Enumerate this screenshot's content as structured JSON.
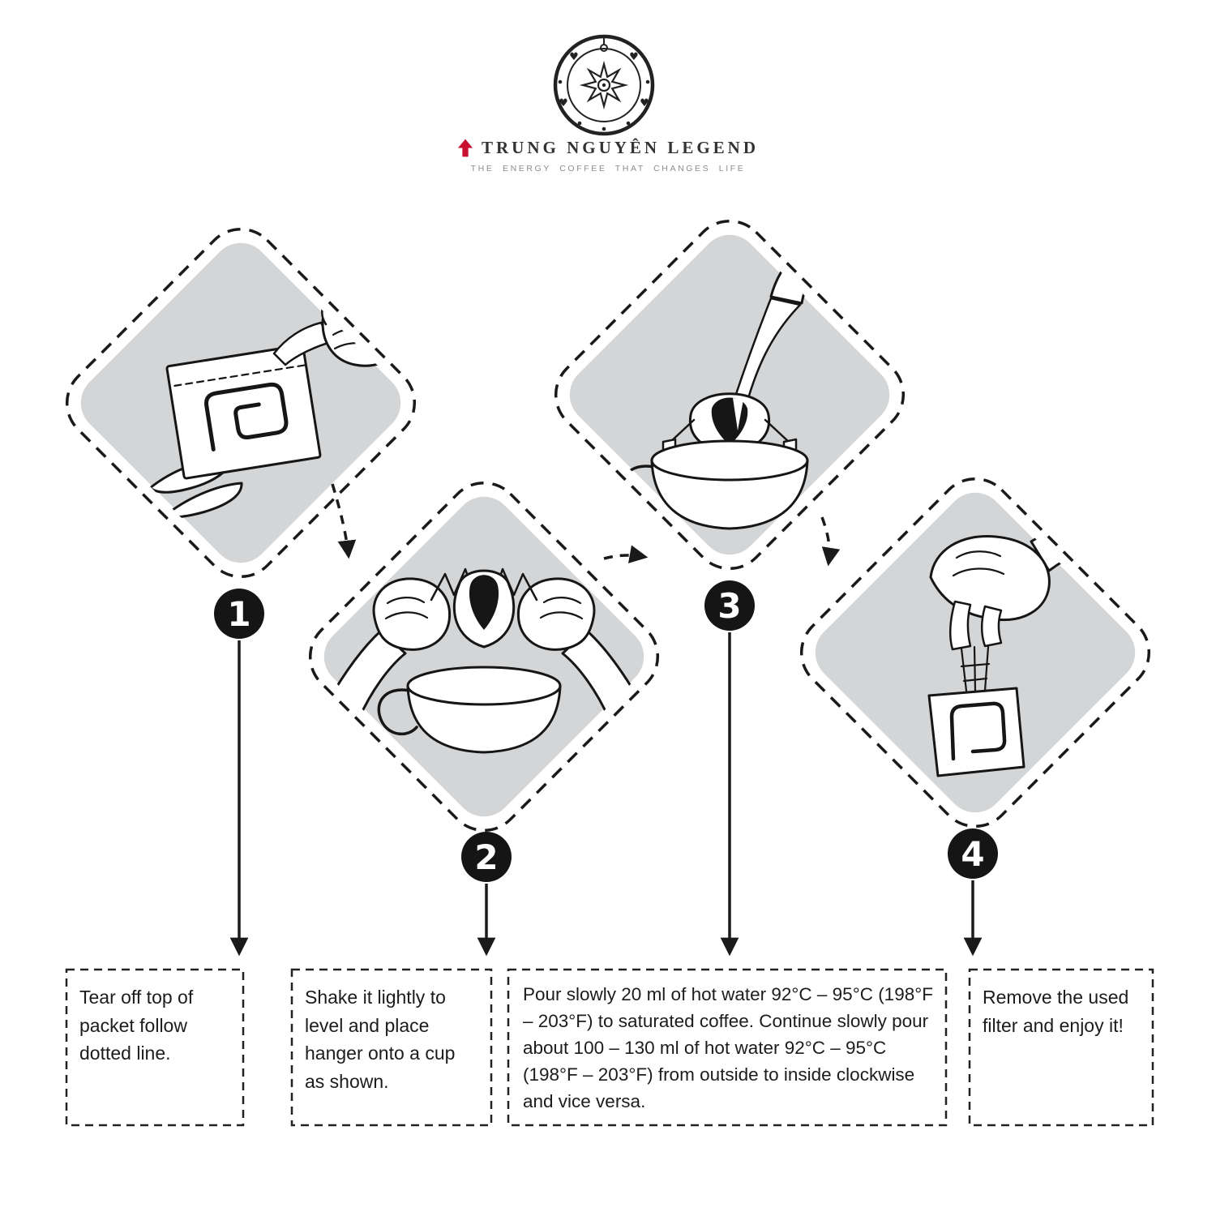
{
  "page": {
    "background": "#ffffff"
  },
  "brand": {
    "name": "TRUNG NGUYÊN LEGEND",
    "tagline": "THE ENERGY COFFEE THAT CHANGES LIFE",
    "accent_color": "#c8102e",
    "emblem": "hand-drawn circle emblem with 8-point star, hearts and beads"
  },
  "colors": {
    "panel_fill": "#d3d5d7",
    "ink": "#1a1a1a"
  },
  "icons": {
    "brand-mark-icon": "red upward arrow / roof pictogram",
    "brand-emblem": "circular dreamcatcher with star center",
    "arrowhead": "solid black triangle"
  },
  "steps": [
    {
      "number": "1",
      "illustration": "hands tearing open drip-coffee packet along dotted line",
      "caption": "Tear off top of packet follow dotted line."
    },
    {
      "number": "2",
      "illustration": "hands spreading wire hangers of drip filter over a cup",
      "caption": "Shake it lightly to level and place hanger onto a cup as shown."
    },
    {
      "number": "3",
      "illustration": "hot water poured from kettle spout into drip filter sitting on cup",
      "caption": "Pour slowly 20 ml of hot water 92°C – 95°C (198°F – 203°F) to saturated coffee. Continue slowly pour about 100 – 130 ml of hot water 92°C – 95°C (198°F – 203°F) from outside to inside clockwise and vice versa."
    },
    {
      "number": "4",
      "illustration": "hand lifting the used drip filter away",
      "caption": "Remove the used filter and enjoy it!"
    }
  ]
}
